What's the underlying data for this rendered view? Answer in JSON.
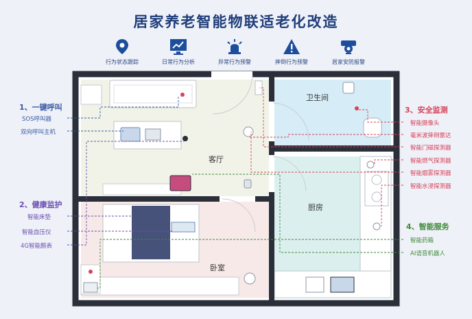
{
  "title": "居家养老智能物联适老化改造",
  "features": [
    {
      "label": "行为状态跟踪",
      "icon": "location-pin-icon"
    },
    {
      "label": "日常行为分析",
      "icon": "monitor-chart-icon"
    },
    {
      "label": "异常行为预警",
      "icon": "alarm-light-icon"
    },
    {
      "label": "摔倒行为预警",
      "icon": "warning-triangle-icon"
    },
    {
      "label": "居家安防报警",
      "icon": "security-camera-icon"
    }
  ],
  "rooms": {
    "living": "客厅",
    "bathroom": "卫生间",
    "kitchen": "厨房",
    "bedroom": "卧室"
  },
  "sections": [
    {
      "title": "1、一键呼叫",
      "color": "#3a5aa6",
      "items": [
        "SOS呼叫器",
        "双向呼叫主机"
      ]
    },
    {
      "title": "2、健康监护",
      "color": "#6a4fb0",
      "items": [
        "智能床垫",
        "智能血压仪",
        "4G智能腕表"
      ]
    },
    {
      "title": "3、安全监测",
      "color": "#d8405a",
      "items": [
        "智能摄像头",
        "毫米波摔倒雷达",
        "智能门磁探测器",
        "智能燃气探测器",
        "智能烟雾探测器",
        "智能水浸探测器"
      ]
    },
    {
      "title": "4、智能服务",
      "color": "#3f8a3a",
      "items": [
        "智能药箱",
        "AI语音机器人"
      ]
    }
  ]
}
